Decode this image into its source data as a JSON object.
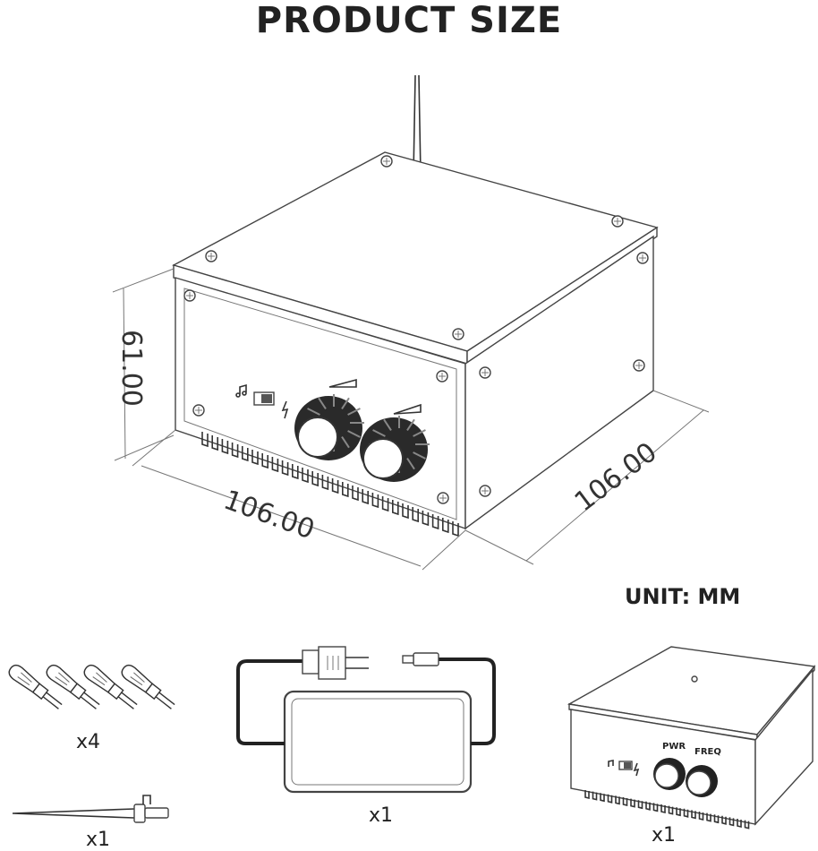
{
  "title": "PRODUCT SIZE",
  "unit_label": "UNIT: MM",
  "dimensions": {
    "height": "61.00",
    "width": "106.00",
    "depth": "106.00"
  },
  "accessories": [
    {
      "name": "bulbs",
      "qty": "x4"
    },
    {
      "name": "antenna",
      "qty": "x1"
    },
    {
      "name": "power-adapter",
      "qty": "x1"
    },
    {
      "name": "device",
      "qty": "x1"
    }
  ],
  "device_labels": {
    "power": "PWR",
    "frequency": "FREQ"
  },
  "icons": [
    "screw-icon",
    "music-note-icon",
    "switch-icon",
    "lightning-icon",
    "knob-icon"
  ]
}
